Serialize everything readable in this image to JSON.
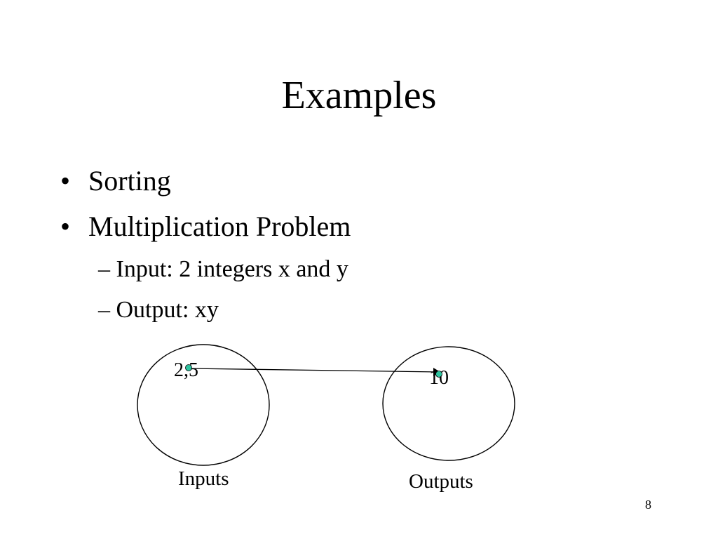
{
  "slide": {
    "title": "Examples",
    "bullets": [
      {
        "text": "Sorting"
      },
      {
        "text": "Multiplication Problem"
      }
    ],
    "sub_bullets": [
      {
        "text": "Input: 2 integers x and y"
      },
      {
        "text": "Output: xy"
      }
    ],
    "bullet_symbol": "•",
    "sub_bullet_symbol": "–",
    "page_number": "8"
  },
  "diagram": {
    "input_set_label": "Inputs",
    "output_set_label": "Outputs",
    "input_point_label": "2,5",
    "output_point_label": "10",
    "point_color": "#2ec4a0"
  }
}
